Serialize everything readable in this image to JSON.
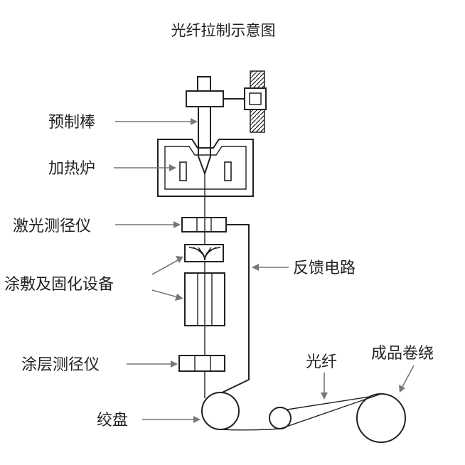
{
  "title": "光纤拉制示意图",
  "labels": {
    "preform": "预制棒",
    "furnace": "加热炉",
    "laser_gauge": "激光测径仪",
    "feedback": "反馈电路",
    "coating": "涂敷及固化设备",
    "coating_gauge": "涂层测径仪",
    "capstan": "绞盘",
    "fiber": "光纤",
    "winding": "成品卷绕"
  }
}
